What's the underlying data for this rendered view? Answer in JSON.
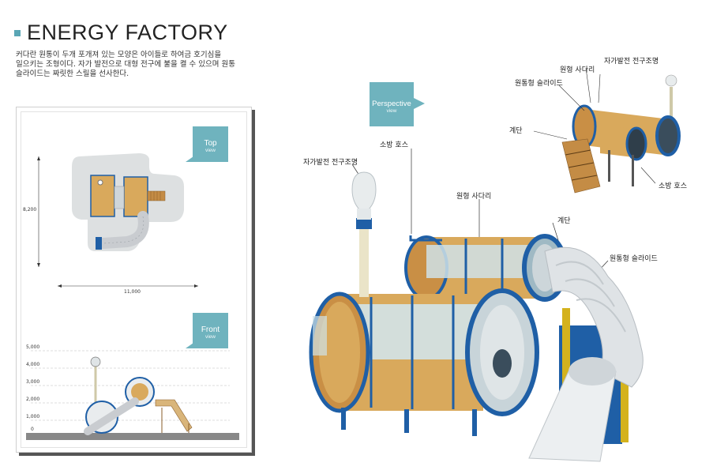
{
  "title": "ENERGY FACTORY",
  "description": [
    "커다란 원통이 두개 포개져 있는 모양은 아이들로 하여금 호기심을",
    "일으키는 조형이다. 자가 발전으로 대형 전구에 불을 켤 수 있으며 원통",
    "슬라이드는 짜릿한 스릴을 선사한다."
  ],
  "views": {
    "top": {
      "big": "Top",
      "small": "view"
    },
    "front": {
      "big": "Front",
      "small": "view"
    },
    "perspective": {
      "big": "Perspective",
      "small": "view"
    }
  },
  "dimensions": {
    "depth": "8,200",
    "width": "11,000"
  },
  "height_scale": [
    "5,000",
    "4,000",
    "3,000",
    "2,000",
    "1,000",
    "0"
  ],
  "labels": {
    "bulb": "자가발전 전구조명",
    "hose": "소방 호스",
    "round_ladder": "원형 사다리",
    "stairs": "계단",
    "slide": "원통형 슬라이드"
  },
  "colors": {
    "accent": "#6fb3be",
    "blue": "#1f5fa6",
    "wood": "#d9a95c"
  }
}
